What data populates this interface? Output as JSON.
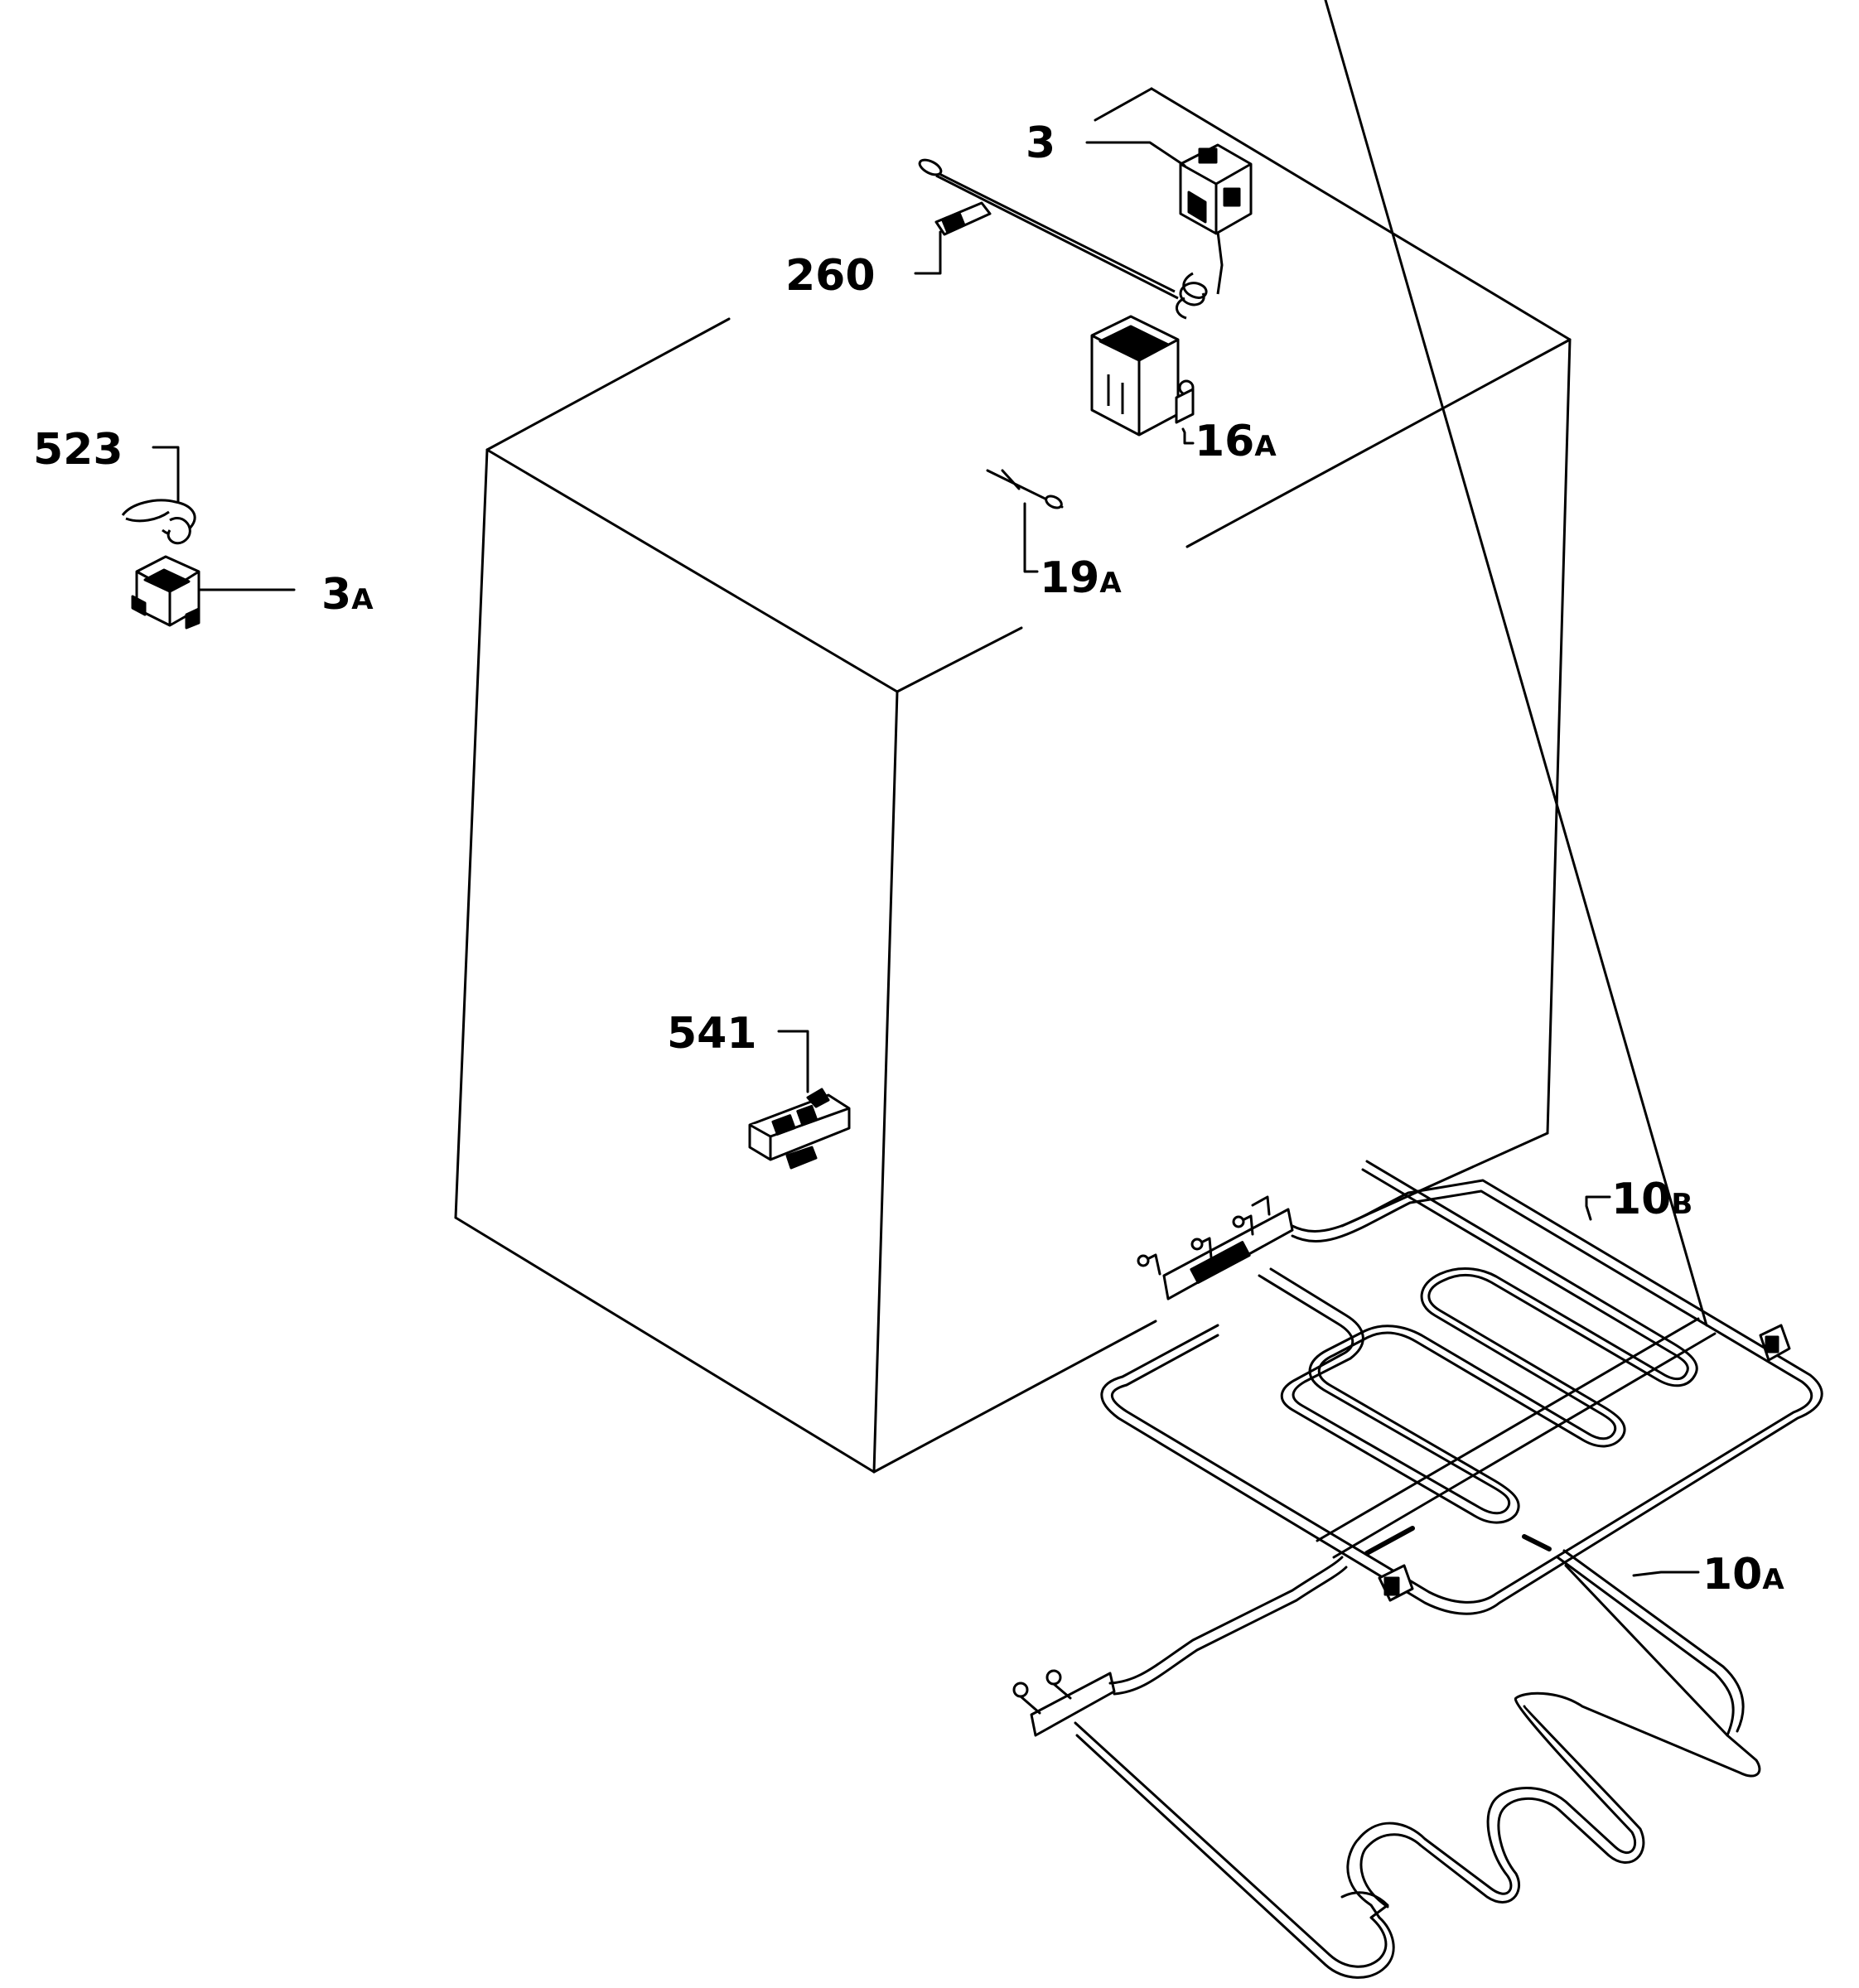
{
  "colors": {
    "ink": "#000000",
    "paper": "#ffffff"
  },
  "parts": [
    {
      "id": "3",
      "main": "3",
      "sub": ""
    },
    {
      "id": "260",
      "main": "260",
      "sub": ""
    },
    {
      "id": "16A",
      "main": "16",
      "sub": "A"
    },
    {
      "id": "19A",
      "main": "19",
      "sub": "A"
    },
    {
      "id": "523",
      "main": "523",
      "sub": ""
    },
    {
      "id": "3A",
      "main": "3",
      "sub": "A"
    },
    {
      "id": "541",
      "main": "541",
      "sub": ""
    },
    {
      "id": "10B",
      "main": "10",
      "sub": "B"
    },
    {
      "id": "10A",
      "main": "10",
      "sub": "A"
    }
  ],
  "icons": {
    "thermostat": "thermostat-icon",
    "capillary_sensor": "capillary-sensor-icon",
    "switch": "switch-icon",
    "probe": "probe-icon",
    "lamp_holder": "lamp-holder-icon",
    "door_switch": "door-switch-icon",
    "grill_element": "grill-element-icon",
    "lower_element": "lower-element-icon"
  }
}
